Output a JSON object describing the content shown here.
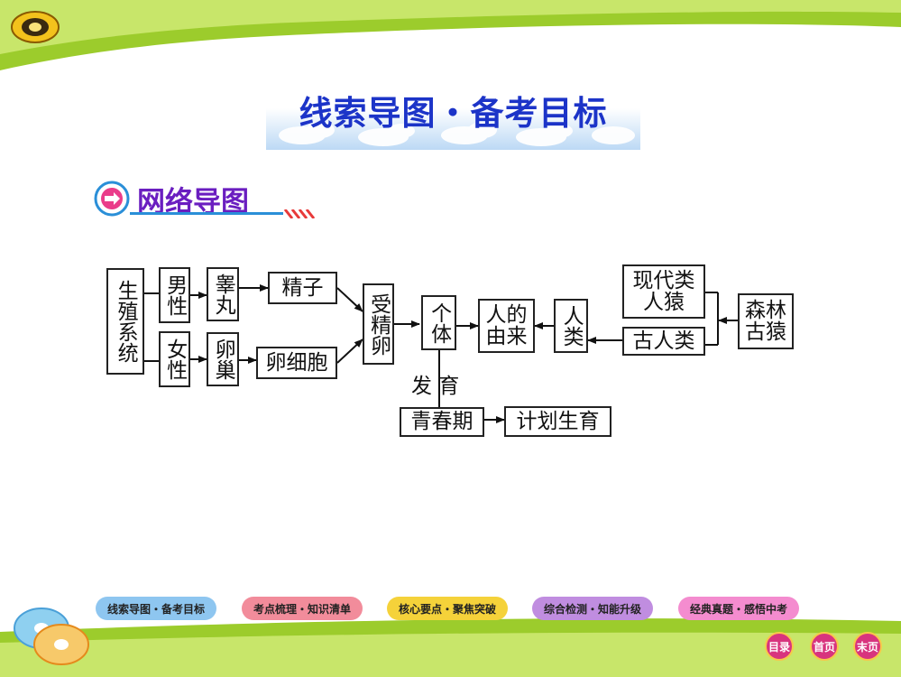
{
  "slide": {
    "title": "线索导图・备考目标",
    "section_title": "网络导图"
  },
  "diagram": {
    "nodes": {
      "reproductive_system": "生殖系统",
      "male": "男性",
      "female": "女性",
      "testis": "睾丸",
      "ovary": "卵巢",
      "sperm": "精子",
      "egg": "卵细胞",
      "fertilized_egg": "受精卵",
      "individual": "个体",
      "human_origin": "人的由来",
      "human": "人类",
      "modern_apes": "现代类人猿",
      "ancient_humans": "古人类",
      "forest_apes": "森林古猿",
      "puberty": "青春期",
      "family_planning": "计划生育"
    },
    "labels": {
      "development": "发 育"
    }
  },
  "nav": {
    "tabs": [
      {
        "label": "线索导图・备考目标",
        "color": "#8ec6f0"
      },
      {
        "label": "考点梳理・知识清单",
        "color": "#f28c9b"
      },
      {
        "label": "核心要点・聚焦突破",
        "color": "#f5d23a"
      },
      {
        "label": "综合检测・知能升级",
        "color": "#c08de0"
      },
      {
        "label": "经典真题・感悟中考",
        "color": "#f48ccf"
      }
    ],
    "buttons": {
      "contents": "目录",
      "first": "首页",
      "last": "末页"
    }
  }
}
